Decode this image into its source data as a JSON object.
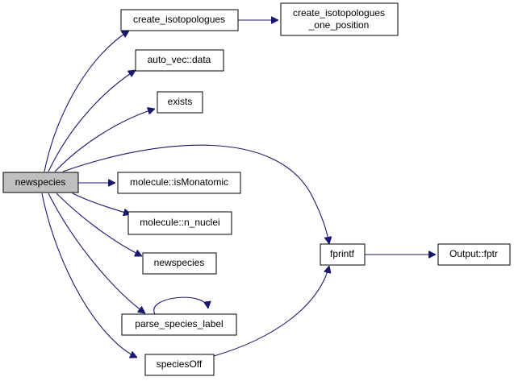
{
  "colors": {
    "edge": "#191970",
    "root_fill": "#bfbfbf",
    "node_fill": "#ffffff",
    "node_stroke": "#000000"
  },
  "nodes": {
    "newspecies_root": "newspecies",
    "create_isotopologues": "create_isotopologues",
    "create_isotopologues_one_position_line1": "create_isotopologues",
    "create_isotopologues_one_position_line2": "_one_position",
    "auto_vec_data": "auto_vec::data",
    "exists": "exists",
    "molecule_isMonatomic": "molecule::isMonatomic",
    "molecule_n_nuclei": "molecule::n_nuclei",
    "newspecies_callee": "newspecies",
    "parse_species_label": "parse_species_label",
    "speciesOff": "speciesOff",
    "fprintf": "fprintf",
    "output_fptr": "Output::fptr"
  }
}
